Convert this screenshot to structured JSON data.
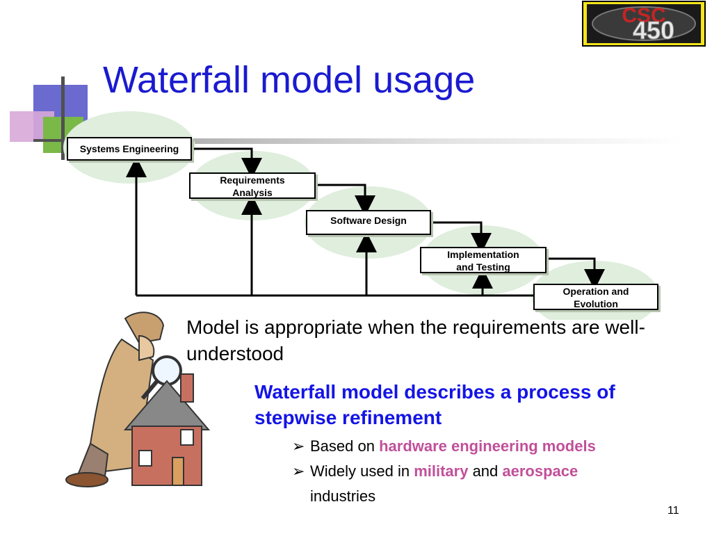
{
  "logo": {
    "text_top": "CSC",
    "text_bottom": "450"
  },
  "title": "Waterfall model usage",
  "diagram": {
    "stages": [
      {
        "label": "Systems Engineering",
        "lines": [
          "Systems Engineering"
        ]
      },
      {
        "label": "Requirements Analysis",
        "lines": [
          "Requirements",
          "Analysis"
        ]
      },
      {
        "label": "Software Design",
        "lines": [
          "Software Design"
        ]
      },
      {
        "label": "Implementation and Testing",
        "lines": [
          "Implementation",
          "and Testing"
        ]
      },
      {
        "label": "Operation and Evolution",
        "lines": [
          "Operation and",
          "Evolution"
        ]
      }
    ]
  },
  "body": {
    "text": "Model is appropriate when the requirements are well-understood",
    "sub_heading": "Waterfall model describes a process of  stepwise refinement",
    "bullets": [
      {
        "marker": "➢",
        "prefix": "Based on ",
        "highlight": "hardware engineering models"
      },
      {
        "marker": "➢",
        "prefix": "Widely used in ",
        "highlight": "military",
        "middle": " and ",
        "highlight2": "aerospace",
        "suffix": "industries"
      }
    ]
  },
  "page_number": "11",
  "colors": {
    "title": "#1a1ad0",
    "sub_heading": "#1414e6",
    "highlight": "#c0509a",
    "oval_fill": "#dfeedd",
    "logo_bg": "#f5e51a"
  },
  "icons": [
    "clipart-detective-house",
    "decorative-squares",
    "csc450-logo"
  ]
}
